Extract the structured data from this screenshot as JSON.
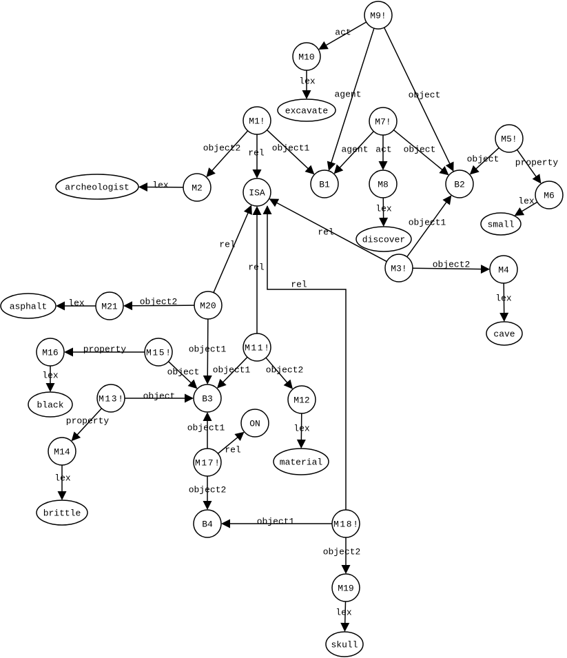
{
  "nodes": [
    {
      "id": "M9!",
      "label": "M9!",
      "shape": "circle"
    },
    {
      "id": "M10",
      "label": "M10",
      "shape": "circle"
    },
    {
      "id": "excavate",
      "label": "excavate",
      "shape": "ellipse"
    },
    {
      "id": "M1!",
      "label": "M1!",
      "shape": "circle"
    },
    {
      "id": "M7!",
      "label": "M7!",
      "shape": "circle"
    },
    {
      "id": "M5!",
      "label": "M5!",
      "shape": "circle"
    },
    {
      "id": "M2",
      "label": "M2",
      "shape": "circle"
    },
    {
      "id": "archeologist",
      "label": "archeologist",
      "shape": "ellipse"
    },
    {
      "id": "ISA",
      "label": "ISA",
      "shape": "circle"
    },
    {
      "id": "B1",
      "label": "B1",
      "shape": "circle"
    },
    {
      "id": "M8",
      "label": "M8",
      "shape": "circle"
    },
    {
      "id": "B2",
      "label": "B2",
      "shape": "circle"
    },
    {
      "id": "M6",
      "label": "M6",
      "shape": "circle"
    },
    {
      "id": "small",
      "label": "small",
      "shape": "ellipse"
    },
    {
      "id": "discover",
      "label": "discover",
      "shape": "ellipse"
    },
    {
      "id": "M3!",
      "label": "M3!",
      "shape": "circle"
    },
    {
      "id": "M4",
      "label": "M4",
      "shape": "circle"
    },
    {
      "id": "cave",
      "label": "cave",
      "shape": "ellipse"
    },
    {
      "id": "asphalt",
      "label": "asphalt",
      "shape": "ellipse"
    },
    {
      "id": "M21",
      "label": "M21",
      "shape": "circle"
    },
    {
      "id": "M20",
      "label": "M20",
      "shape": "circle"
    },
    {
      "id": "M16",
      "label": "M16",
      "shape": "circle"
    },
    {
      "id": "M15!",
      "label": "M15!",
      "shape": "circle"
    },
    {
      "id": "M11!",
      "label": "M11!",
      "shape": "circle"
    },
    {
      "id": "black",
      "label": "black",
      "shape": "ellipse"
    },
    {
      "id": "M13!",
      "label": "M13!",
      "shape": "circle"
    },
    {
      "id": "B3",
      "label": "B3",
      "shape": "circle"
    },
    {
      "id": "M12",
      "label": "M12",
      "shape": "circle"
    },
    {
      "id": "ON",
      "label": "ON",
      "shape": "circle"
    },
    {
      "id": "M14",
      "label": "M14",
      "shape": "circle"
    },
    {
      "id": "M17!",
      "label": "M17!",
      "shape": "circle"
    },
    {
      "id": "material",
      "label": "material",
      "shape": "ellipse"
    },
    {
      "id": "brittle",
      "label": "brittle",
      "shape": "ellipse"
    },
    {
      "id": "B4",
      "label": "B4",
      "shape": "circle"
    },
    {
      "id": "M18!",
      "label": "M18!",
      "shape": "circle"
    },
    {
      "id": "M19",
      "label": "M19",
      "shape": "circle"
    },
    {
      "id": "skull",
      "label": "skull",
      "shape": "ellipse"
    }
  ],
  "edges": [
    {
      "from": "M9!",
      "to": "M10",
      "label": "act"
    },
    {
      "from": "M9!",
      "to": "B1",
      "label": "agent"
    },
    {
      "from": "M9!",
      "to": "B2",
      "label": "object"
    },
    {
      "from": "M10",
      "to": "excavate",
      "label": "lex"
    },
    {
      "from": "M1!",
      "to": "M2",
      "label": "object2"
    },
    {
      "from": "M1!",
      "to": "ISA",
      "label": "rel"
    },
    {
      "from": "M1!",
      "to": "B1",
      "label": "object1"
    },
    {
      "from": "M7!",
      "to": "B1",
      "label": "agent"
    },
    {
      "from": "M7!",
      "to": "M8",
      "label": "act"
    },
    {
      "from": "M7!",
      "to": "B2",
      "label": "object"
    },
    {
      "from": "M5!",
      "to": "B2",
      "label": "object"
    },
    {
      "from": "M5!",
      "to": "M6",
      "label": "property"
    },
    {
      "from": "M2",
      "to": "archeologist",
      "label": "lex"
    },
    {
      "from": "M8",
      "to": "discover",
      "label": "lex"
    },
    {
      "from": "M6",
      "to": "small",
      "label": "lex"
    },
    {
      "from": "M3!",
      "to": "ISA",
      "label": "rel"
    },
    {
      "from": "M3!",
      "to": "B2",
      "label": "object1"
    },
    {
      "from": "M3!",
      "to": "M4",
      "label": "object2"
    },
    {
      "from": "M4",
      "to": "cave",
      "label": "lex"
    },
    {
      "from": "M20",
      "to": "ISA",
      "label": "rel"
    },
    {
      "from": "M20",
      "to": "M21",
      "label": "object2"
    },
    {
      "from": "M20",
      "to": "B3",
      "label": "object1"
    },
    {
      "from": "M21",
      "to": "asphalt",
      "label": "lex"
    },
    {
      "from": "M11!",
      "to": "ISA",
      "label": "rel"
    },
    {
      "from": "M11!",
      "to": "B3",
      "label": "object1"
    },
    {
      "from": "M11!",
      "to": "M12",
      "label": "object2"
    },
    {
      "from": "M15!",
      "to": "M16",
      "label": "property"
    },
    {
      "from": "M15!",
      "to": "B3",
      "label": "object"
    },
    {
      "from": "M16",
      "to": "black",
      "label": "lex"
    },
    {
      "from": "M13!",
      "to": "B3",
      "label": "object"
    },
    {
      "from": "M13!",
      "to": "M14",
      "label": "property"
    },
    {
      "from": "M12",
      "to": "material",
      "label": "lex"
    },
    {
      "from": "M17!",
      "to": "B3",
      "label": "object1"
    },
    {
      "from": "M17!",
      "to": "ON",
      "label": "rel"
    },
    {
      "from": "M17!",
      "to": "B4",
      "label": "object2"
    },
    {
      "from": "M14",
      "to": "brittle",
      "label": "lex"
    },
    {
      "from": "M18!",
      "to": "B4",
      "label": "object1"
    },
    {
      "from": "M18!",
      "to": "ISA",
      "label": "rel"
    },
    {
      "from": "M18!",
      "to": "M19",
      "label": "object2"
    },
    {
      "from": "M19",
      "to": "skull",
      "label": "lex"
    }
  ]
}
